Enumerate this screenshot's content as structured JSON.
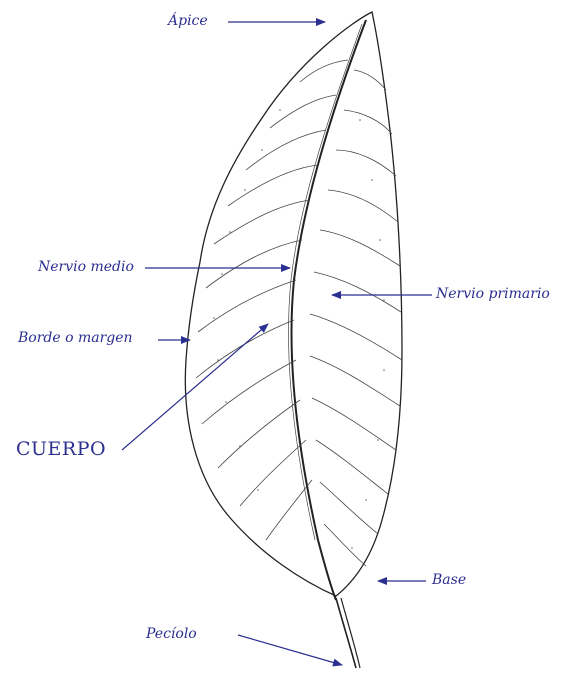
{
  "labels": {
    "apice": "Ápice",
    "nervio_medio": "Nervio medio",
    "nervio_primario": "Nervio primario",
    "borde": "Borde o margen",
    "cuerpo": "CUERPO",
    "base": "Base",
    "peciolo": "Pecíolo"
  },
  "colors": {
    "label": "#2b2f8f",
    "arrow": "#2b2f8f",
    "leaf_outline": "#222222"
  }
}
